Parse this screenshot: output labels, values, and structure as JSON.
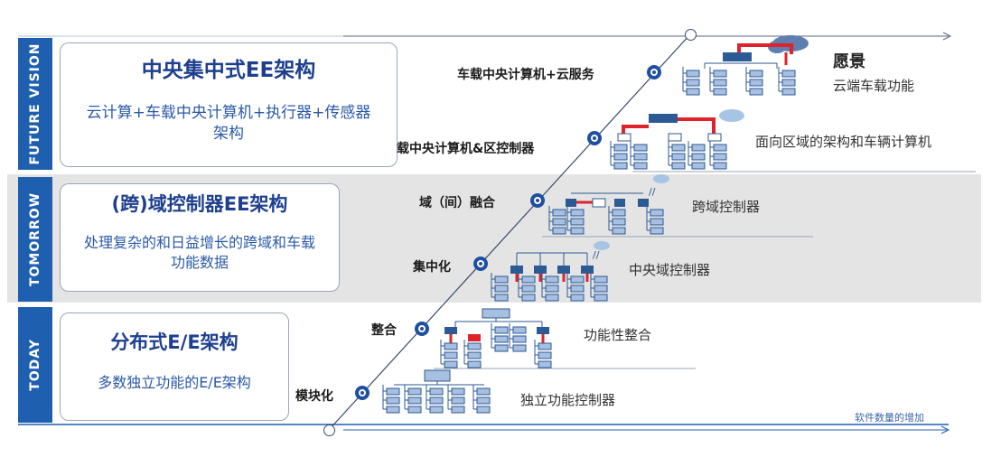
{
  "eras": [
    {
      "id": "future",
      "label": "FUTURE VISION",
      "card_title": "中央集中式EE架构",
      "card_desc": "云计算+车载中央计算机+执行器+传感器架构"
    },
    {
      "id": "tomorrow",
      "label": "TOMORROW",
      "card_title": "(跨)域控制器EE架构",
      "card_desc": "处理复杂的和日益增长的跨域和车载功能数据"
    },
    {
      "id": "today",
      "label": "TODAY",
      "card_title": "分布式E/E架构",
      "card_desc": "多数独立功能的E/E架构"
    }
  ],
  "stages": [
    {
      "name": "车载中央计算机+云服务",
      "desc": "愿景",
      "desc2": "云端车载功能"
    },
    {
      "name": "载中央计算机&区控制器",
      "desc": "面向区域的架构和车辆计算机"
    },
    {
      "name": "域（间）融合",
      "desc": "跨域控制器"
    },
    {
      "name": "集中化",
      "desc": "中央域控制器"
    },
    {
      "name": "整合",
      "desc": "功能性整合"
    },
    {
      "name": "模块化",
      "desc": "独立功能控制器"
    }
  ],
  "axis": {
    "x_note": "软件数量的增加"
  },
  "colors": {
    "era_blue": "#1f5fb0",
    "node_blue": "#1f4fa0",
    "ecu_fill": "#a7bfe0",
    "ecu_dark": "#2c5a94",
    "link_red": "#e0232a",
    "band_gray": "#e4e4e4"
  }
}
